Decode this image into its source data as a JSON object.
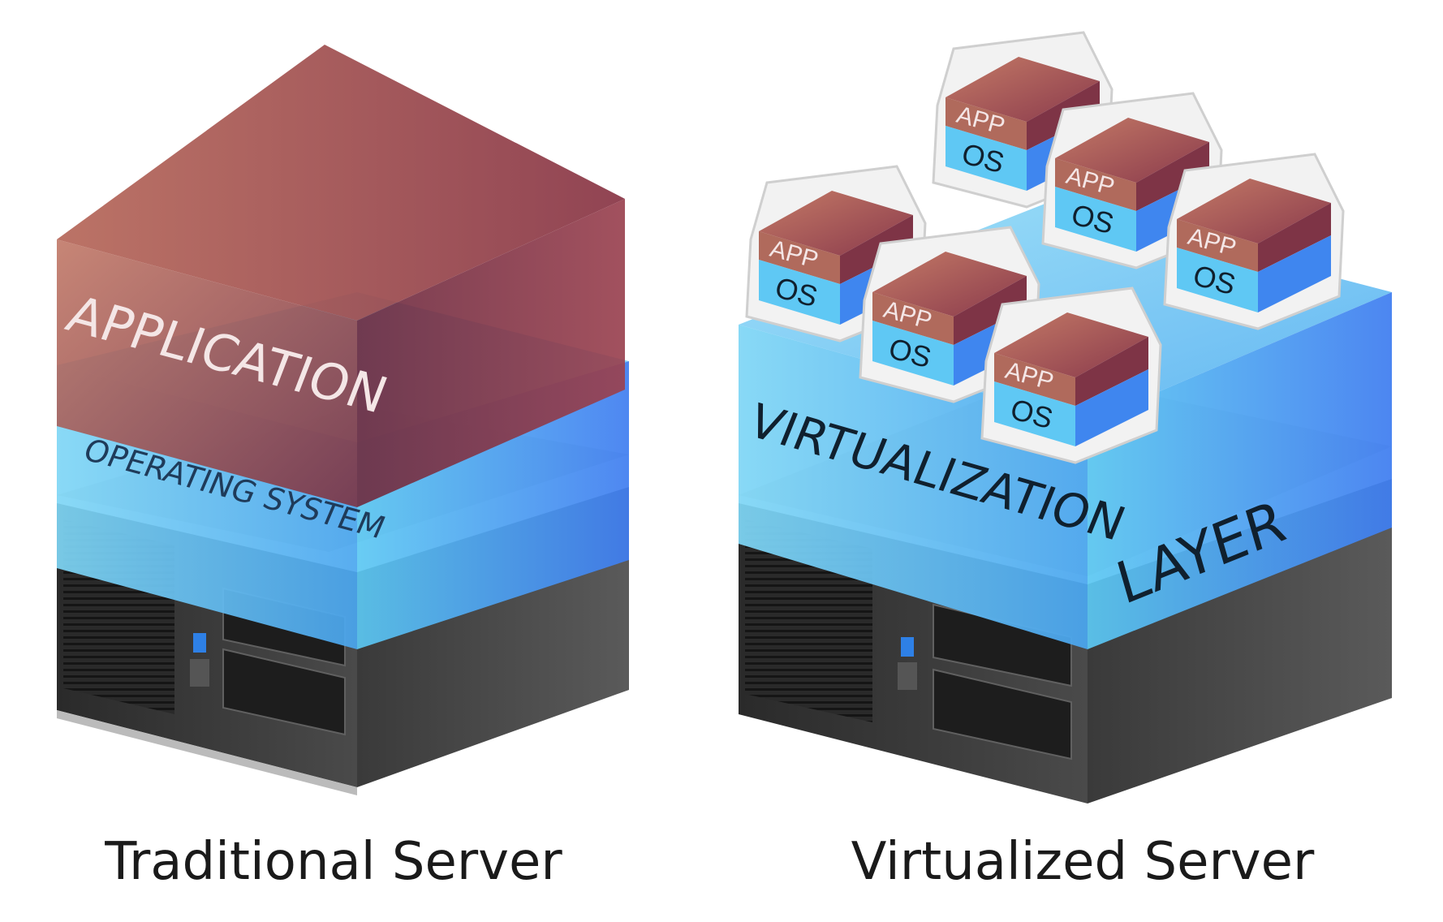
{
  "traditional": {
    "caption": "Traditional Server",
    "application_label": "APPLICATION",
    "os_label": "OPERATING SYSTEM"
  },
  "virtualized": {
    "caption": "Virtualized Server",
    "layer_label_left": "VIRTUALIZATION",
    "layer_label_right": "LAYER",
    "vms": [
      {
        "app": "APP",
        "os": "OS"
      },
      {
        "app": "APP",
        "os": "OS"
      },
      {
        "app": "APP",
        "os": "OS"
      },
      {
        "app": "APP",
        "os": "OS"
      },
      {
        "app": "APP",
        "os": "OS"
      },
      {
        "app": "APP",
        "os": "OS"
      }
    ]
  },
  "colors": {
    "application": "#8e4a52",
    "os_layer": "#4fb8f0",
    "server_body": "#3a3a3a",
    "server_frame": "#d8d8d8"
  }
}
